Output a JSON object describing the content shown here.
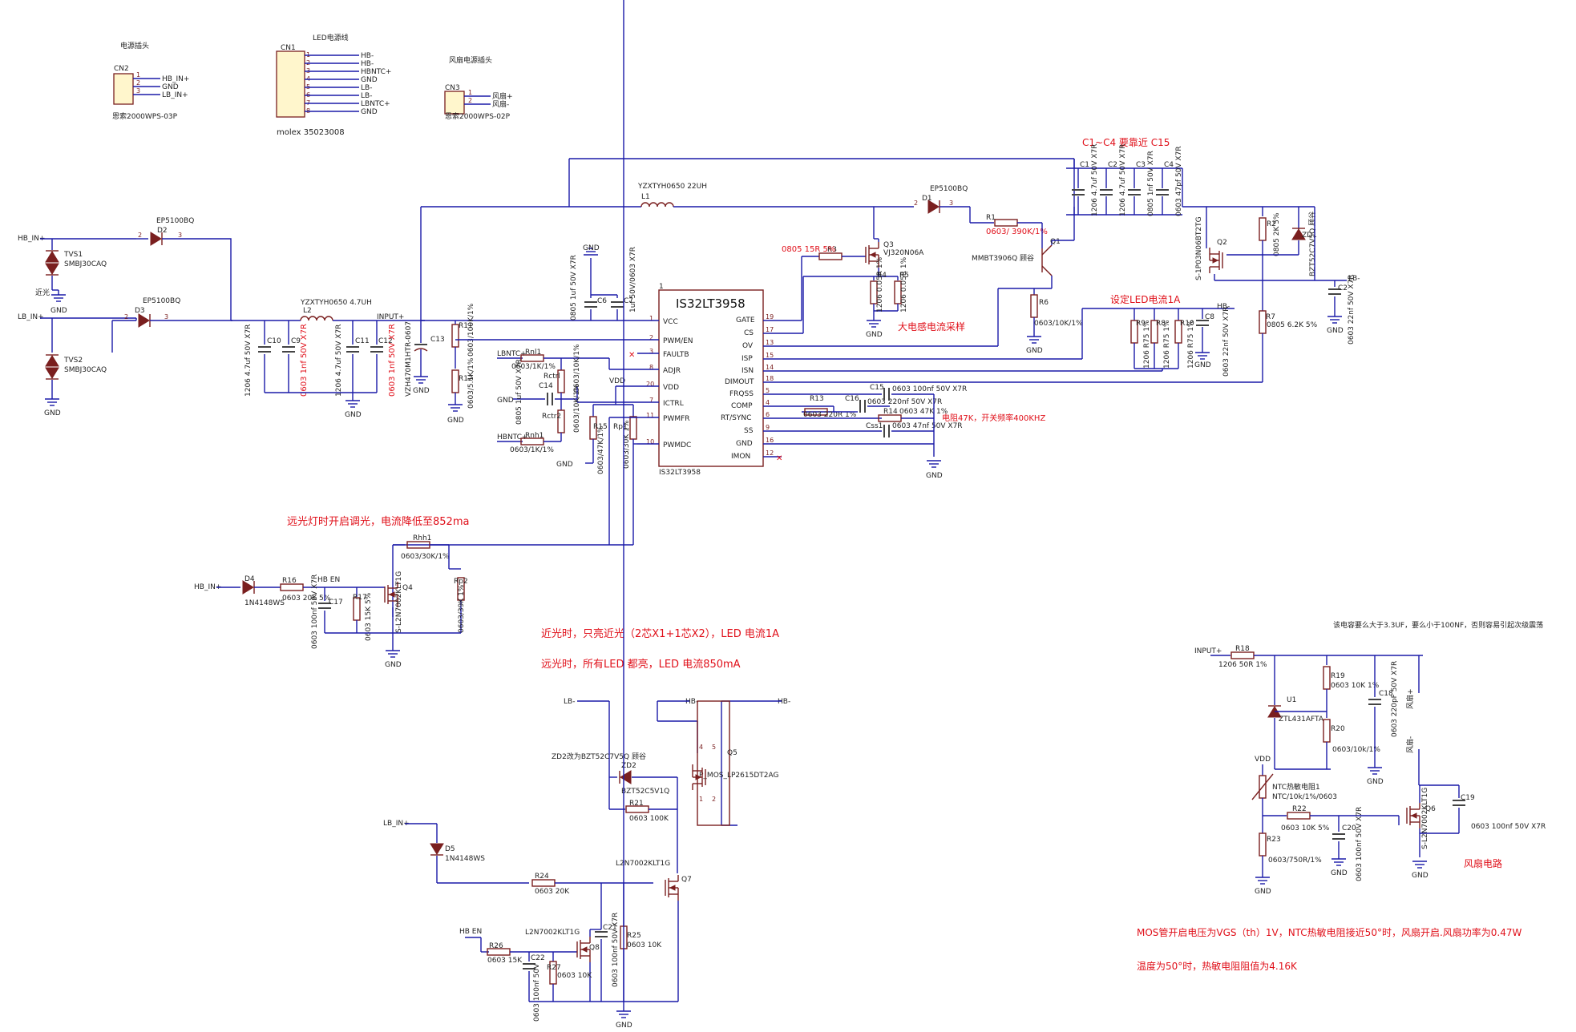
{
  "connectors": {
    "cn2": {
      "ref": "CN2",
      "title": "电源插头",
      "part": "恩索2000WPS-03P",
      "pins": [
        "HB_IN+",
        "GND",
        "LB_IN+"
      ]
    },
    "cn1": {
      "ref": "CN1",
      "title": "LED电源线",
      "part": "molex 35023008",
      "pins": [
        "HB-",
        "HB-",
        "HBNTC+",
        "GND",
        "LB-",
        "LB-",
        "LBNTC+",
        "GND"
      ]
    },
    "cn3": {
      "ref": "CN3",
      "title": "风扇电源插头",
      "part": "恩索2000WPS-02P",
      "pins": [
        "风扇+",
        "风扇-"
      ]
    }
  },
  "ic": {
    "name": "IS32LT3958",
    "footer": "IS32LT3958",
    "pin1": "1",
    "left_pins": [
      {
        "num": "1",
        "name": "VCC"
      },
      {
        "num": "2",
        "name": "PWM/EN"
      },
      {
        "num": "3",
        "name": "FAULTB"
      },
      {
        "num": "8",
        "name": "ADJR"
      },
      {
        "num": "20",
        "name": "VDD"
      },
      {
        "num": "7",
        "name": "ICTRL"
      },
      {
        "num": "11",
        "name": "PWMFR"
      },
      {
        "num": "10",
        "name": "PWMDC"
      }
    ],
    "right_pins": [
      {
        "num": "19",
        "name": "GATE"
      },
      {
        "num": "17",
        "name": "CS"
      },
      {
        "num": "13",
        "name": "OV"
      },
      {
        "num": "15",
        "name": "ISP"
      },
      {
        "num": "14",
        "name": "ISN"
      },
      {
        "num": "18",
        "name": "DIMOUT"
      },
      {
        "num": "5",
        "name": "FRQSS"
      },
      {
        "num": "4",
        "name": "COMP"
      },
      {
        "num": "6",
        "name": "RT/SYNC"
      },
      {
        "num": "9",
        "name": "SS"
      },
      {
        "num": "16",
        "name": "GND"
      },
      {
        "num": "12",
        "name": "IMON"
      }
    ]
  },
  "labels": {
    "hb_in": "HB_IN+",
    "lb_in": "LB_IN+",
    "jinguang": "近光",
    "gnd": "GND",
    "vdd": "VDD",
    "input": "INPUT+",
    "lb_minus": "LB-",
    "hb_minus": "HB-",
    "hb_en": "HB EN",
    "hbntc": "HBNTC+",
    "lbntc": "LBNTC+",
    "mos_pos": "风扇+",
    "mos_neg": "风扇-"
  },
  "parts": {
    "tvs1": "TVS1",
    "tvs1_v": "SMBJ30CAQ",
    "tvs2": "TVS2",
    "tvs2_v": "SMBJ30CAQ",
    "d2": "D2",
    "d2_v": "EP5100BQ",
    "d3": "D3",
    "d3_v": "EP5100BQ",
    "d1": "D1",
    "d1_v": "EP5100BQ",
    "l1": "L1",
    "l1_v": "YZXTYH0650 22UH",
    "l2": "L2",
    "l2_v": "YZXTYH0650 4.7UH",
    "c10": "C10",
    "c10_v": "1206 4.7uf 50V X7R",
    "c9": "C9",
    "c9_v": "0603 1nf 50V X7R",
    "c11": "C11",
    "c11_v": "1206 4.7uf 50V X7R",
    "c12": "C12",
    "c12_v": "0603 1nf 50V X7R",
    "c13": "C13",
    "c13_v": "VZH470M1HTR-0607",
    "c6": "C6",
    "c6_v": "0805 1uf 50V X7R",
    "c7": "C7",
    "c7_v": "1uf 50V/0603 X7R",
    "r11": "R11",
    "r11_v": "0603/100K/1%",
    "r12": "R12",
    "r12_v": "0603/5.1K/1%",
    "rnl1": "Rnl1",
    "rnl1_v": "0603/1K/1%",
    "rctrl": "Rctrl",
    "rctrl_v": "0603/10K/1%",
    "rctr2": "Rctr2",
    "rctr2_v": "0603/10K/1%",
    "c14": "C14",
    "c14_v": "0805 1uf 50V X7R",
    "rnh1": "Rnh1",
    "rnh1_v": "0603/1K/1%",
    "r15": "R15",
    "r15_v": "0603/47K/1%",
    "rp1": "Rp1",
    "rp1_v": "0603/30K 1%",
    "r3": "R3",
    "r3_v": "0805 15R 5%",
    "q3": "Q3",
    "q3_v": "VJ320N06A",
    "r4": "R4",
    "r4_v": "1206 0.05R 1%",
    "r5": "R5",
    "r5_v": "1206 0.05R 1%",
    "r1": "R1",
    "r1_v": "0603/ 390K/1%",
    "q1": "Q1",
    "q1_v": "MMBT3906Q 顾谷",
    "r6": "R6",
    "r6_v": "0603/10K/1%",
    "c1": "C1",
    "c1_v": "1206 4.7uf 50V X7R",
    "c2x": "C2",
    "c2x_v": "1206 4.7uf 50V X7R",
    "c3": "C3",
    "c3_v": "0805 1nf 50V X7R",
    "c4": "C4",
    "c4_v": "0603 47pf 50V X7R",
    "q2": "Q2",
    "q2_v": "S-1P03N06BT2TG",
    "r2": "R2",
    "r2_v": "0805 2K 5%",
    "zd1": "ZD1",
    "zd1_v": "BZT52C7V5Q 顾谷",
    "r7": "R7",
    "r7_v": "0805 6.2K 5%",
    "c2": "C2",
    "c2_v": "0603 22nf 50V X7R",
    "r9": "R9",
    "r9_v": "1206 R75 1%",
    "r8": "R8",
    "r8_v": "1206 R75 1%",
    "r10": "R10",
    "r10_v": "1206 R75 1%",
    "c8": "C8",
    "c8_v": "0603 22nf 50V X7R",
    "r13": "R13",
    "r13_v": "0603 220R 1%",
    "c15": "C15",
    "c15_v": "0603 100nf 50V X7R",
    "c16": "C16",
    "c16_v": "0603 220nf 50V X7R",
    "r14": "R14",
    "r14_v": "0603 47K 1%",
    "css1": "Css1",
    "css1_v": "0603 47nf 50V X7R",
    "rhh1": "Rhh1",
    "rhh1_v": "0603/30K/1%",
    "d4": "D4",
    "d4_v": "1N4148WS",
    "r16": "R16",
    "r16_v": "0603 20K 5%",
    "c17": "C17",
    "c17_v": "0603 100nf 50V X7R",
    "r17": "R17",
    "r17_v": "0603 15K 5%",
    "q4": "Q4",
    "q4_v": "S-L2N7002KLT1G",
    "rp2": "Rp2",
    "rp2_v": "0603/39K 1%",
    "zd2": "ZD2",
    "zd2_v": "BZT52C5V1Q",
    "zd2_note": "ZD2改为BZT52C7V5Q 顾谷",
    "r21": "R21",
    "r21_v": "0603 100K",
    "q5": "Q5",
    "q5_v": "P_MOS_LP2615DT2AG",
    "d5": "D5",
    "d5_v": "1N4148WS",
    "r24": "R24",
    "r24_v": "0603 20K",
    "q7": "Q7",
    "q7_v": "L2N7002KLT1G",
    "c21": "C21",
    "c21_v": "0603 100nf 50V X7R",
    "r25": "R25",
    "r25_v": "0603 10K",
    "q8": "Q8",
    "q8_v": "L2N7002KLT1G",
    "r26": "R26",
    "r26_v": "0603 15K",
    "c22": "C22",
    "c22_v": "0603 100nf 50V",
    "r27": "R27",
    "r27_v": "0603 10K",
    "r18": "R18",
    "r18_v": "1206 50R 1%",
    "u1": "U1",
    "u1_v": "ZTL431AFTA",
    "r19": "R19",
    "r19_v": "0603 10K 1%",
    "r20": "R20",
    "r20_v": "0603/10k/1%",
    "c18": "C18",
    "c18_v": "0603 220pF 50V X7R",
    "ntc": "NTC热敏电阻1",
    "ntc_v": "NTC/10k/1%/0603",
    "r22": "R22",
    "r22_v": "0603 10K 5%",
    "c20": "C20",
    "c20_v": "0603 100nf 50V X7R",
    "r23": "R23",
    "r23_v": "0603/750R/1%",
    "q6": "Q6",
    "q6_v": "S-L2N7002KLT1G",
    "c19": "C19",
    "c19_v": "0603 100nf 50V X7R"
  },
  "notes": {
    "c1c4": "C1~C4 要靠近 C15",
    "cs_sense": "大电感电流采样",
    "led_set": "设定LED电流1A",
    "rt_note": "电阻47K，开关频率400KHZ",
    "far_dim": "远光灯时开启调光，电流降低至852ma",
    "near_only": "近光时，只亮近光（2芯X1+1芯X2），LED 电流1A",
    "far_all": "远光时，所有LED 都亮，LED 电流850mA",
    "cap_note": "该电容要么大于3.3UF，要么小于100NF，否则容易引起次级震荡",
    "fan_circuit": "风扇电路",
    "mos_note": "MOS管开启电压为VGS（th）1V，NTC热敏电阻接近50°时，风扇开启.风扇功率为0.47W",
    "temp_note": "温度为50°时，热敏电阻阻值为4.16K"
  }
}
